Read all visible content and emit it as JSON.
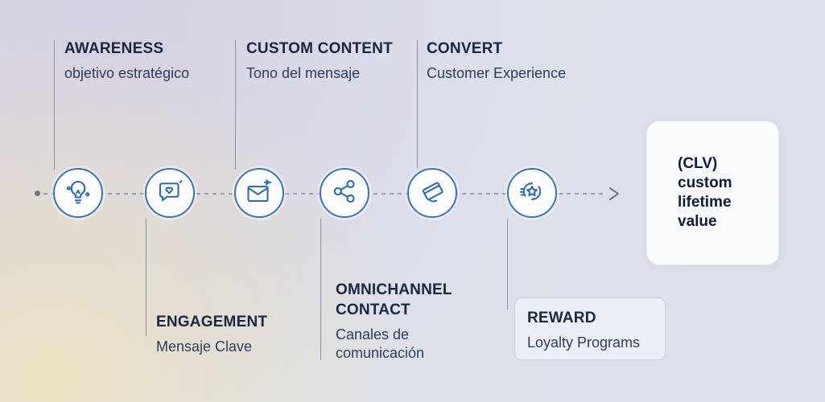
{
  "diagram_title": "customer journey timeline",
  "stages": [
    {
      "label": "AWARENESS",
      "sublabel": "objetivo estratégico",
      "icon": "lightbulb-icon",
      "label_position": "top"
    },
    {
      "label": "ENGAGEMENT",
      "sublabel": "Mensaje Clave",
      "icon": "chat-heart-icon",
      "label_position": "bottom"
    },
    {
      "label": "CUSTOM CONTENT",
      "sublabel": "Tono del mensaje",
      "icon": "envelope-icon",
      "label_position": "top"
    },
    {
      "label": "OMNICHANNEL CONTACT",
      "sublabel": "Canales de comunicación",
      "icon": "network-icon",
      "label_position": "bottom"
    },
    {
      "label": "CONVERT",
      "sublabel": "Customer Experience",
      "icon": "card-payment-icon",
      "label_position": "top"
    },
    {
      "label": "REWARD",
      "sublabel": "Loyalty Programs",
      "icon": "star-cycle-icon",
      "label_position": "bottom-boxed"
    }
  ],
  "clv": {
    "text": "(CLV)\ncustom\nlifetime\nvalue"
  },
  "colors": {
    "accent_blue": "#2e6cb0",
    "node_border": "#3a74b8",
    "title_text": "#17283f",
    "subtitle_text": "#2e3e59",
    "timeline_gray": "#98a0ac",
    "connector_gray": "#8a93a3",
    "node_fill": "#fcfdfe",
    "reward_box_bg": "#f0f2f8",
    "clv_box_bg": "#fcfdff",
    "bg_lavender": "#d9d6e4",
    "bg_cream": "#ece2c1",
    "bg_blue_gray": "#dde1ea"
  }
}
